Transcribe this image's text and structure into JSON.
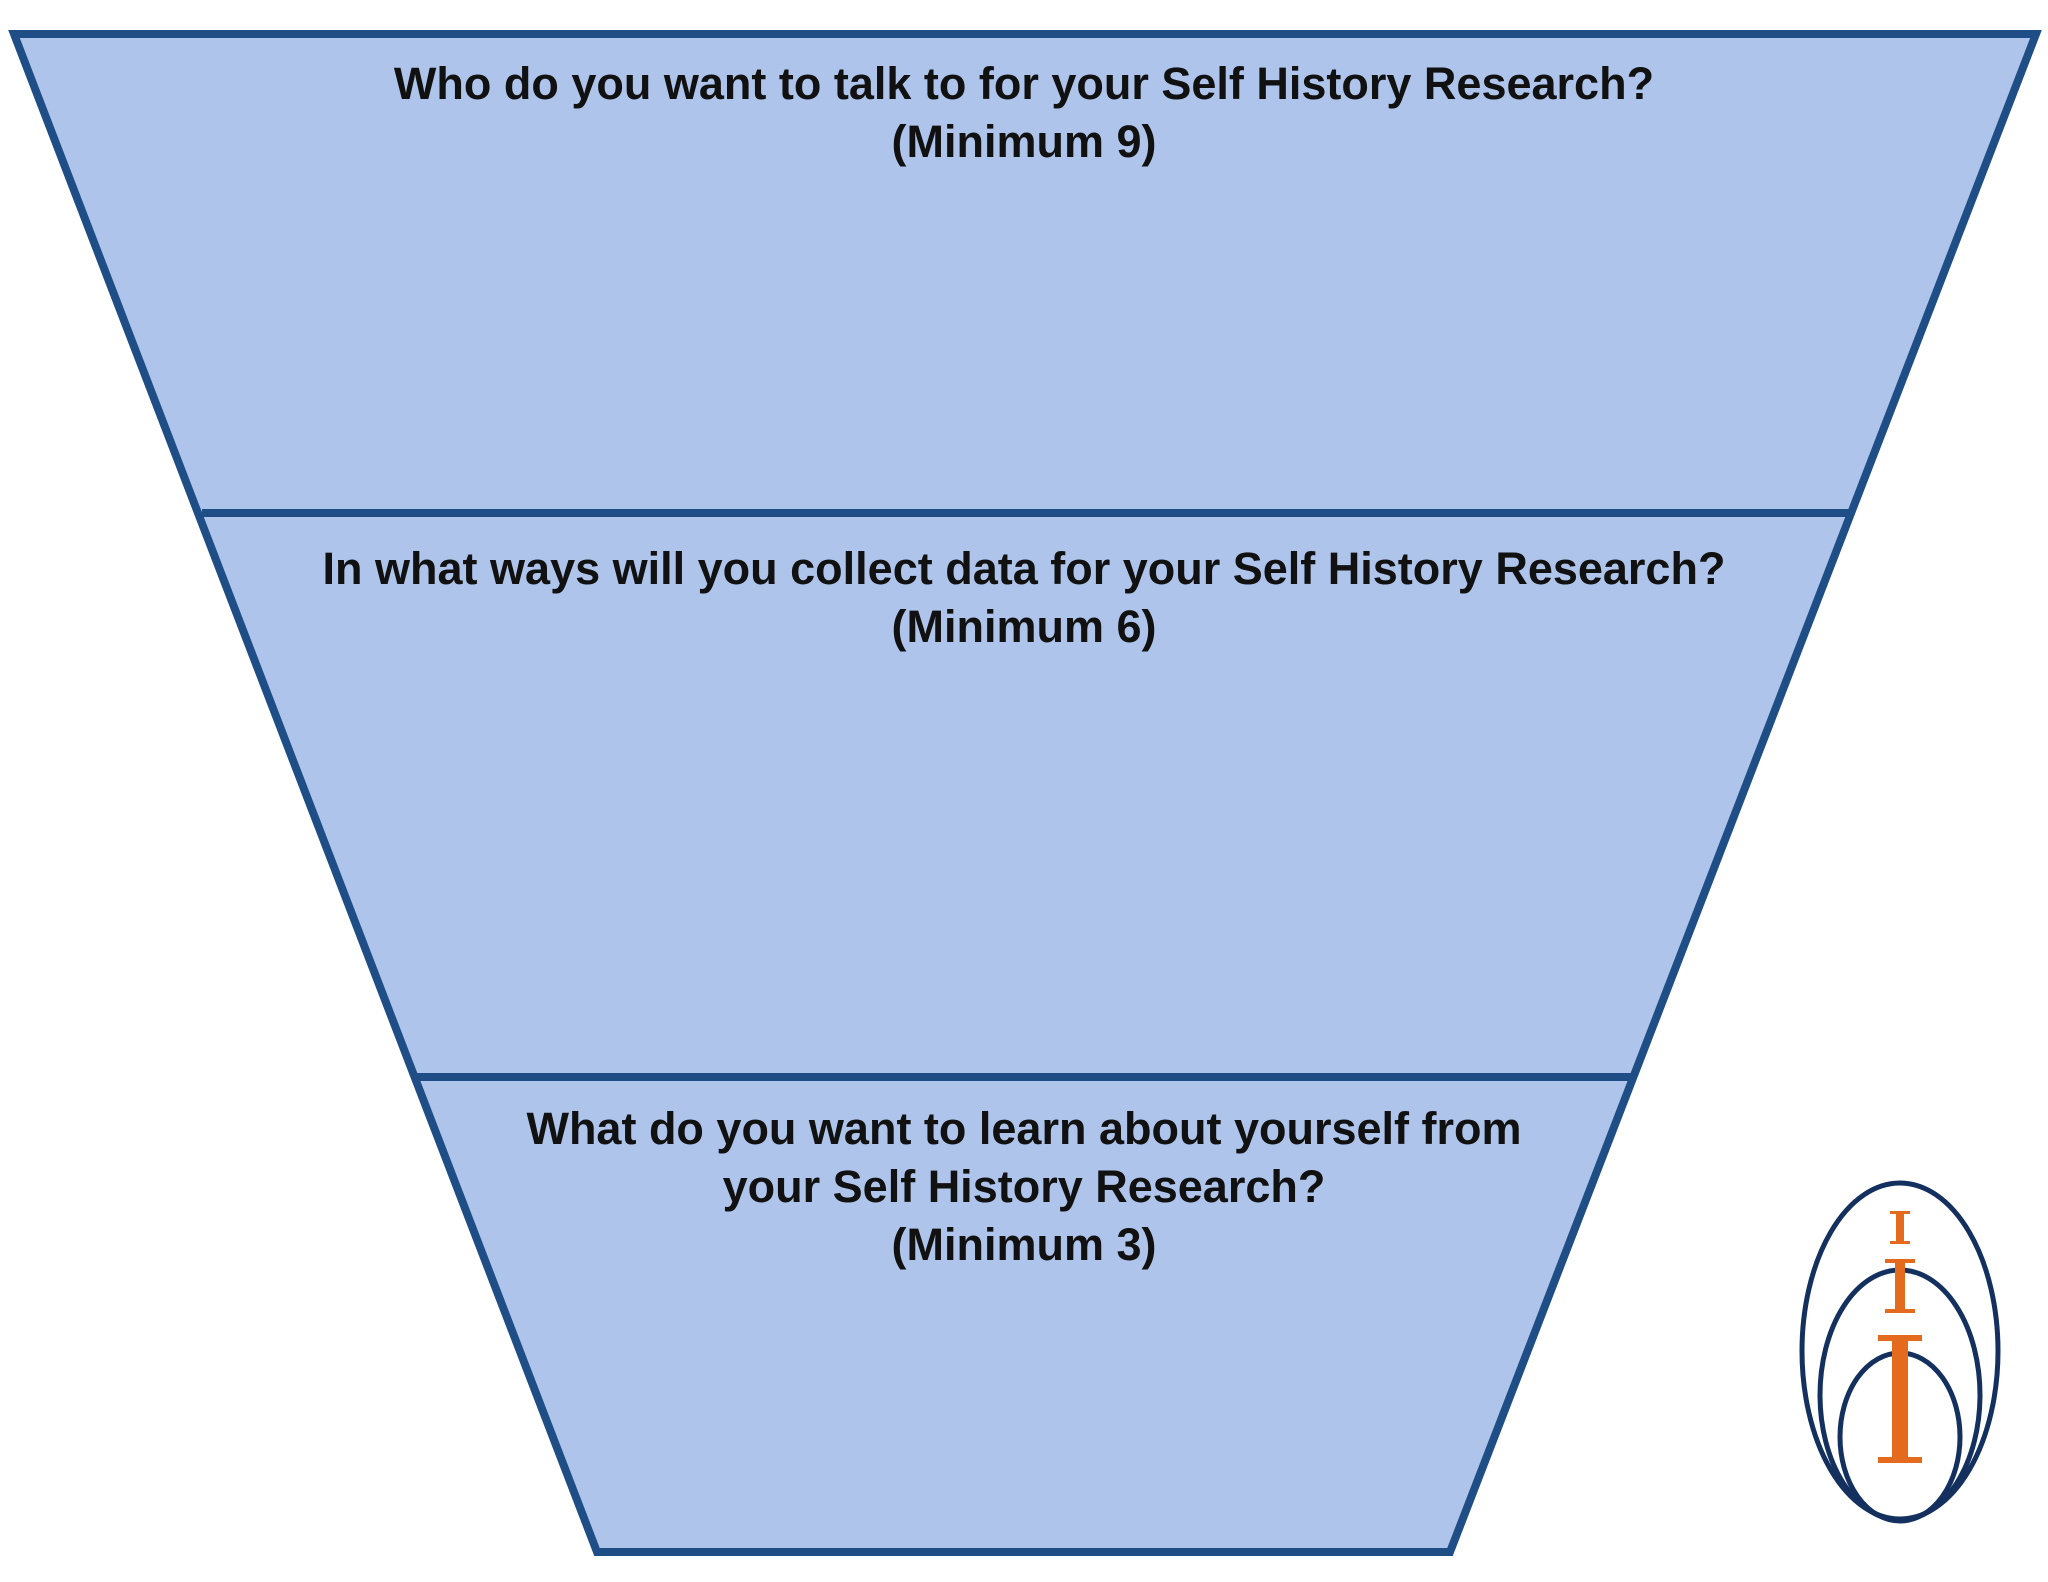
{
  "colors": {
    "funnel_fill": "#aec4eb",
    "funnel_border": "#1f4e87",
    "text": "#111111",
    "logo_rings": "#14305f",
    "logo_glyphs": "#e46a1e"
  },
  "sections": [
    {
      "question": "Who do you want to talk to for your Self History Research?",
      "minimum": "(Minimum 9)"
    },
    {
      "question": "In what ways will you collect data for your Self History Research?",
      "minimum": "(Minimum 6)"
    },
    {
      "question_line1": "What do you want to learn about yourself from",
      "question_line2": "your Self History Research?",
      "minimum": "(Minimum 3)"
    }
  ],
  "logo": {
    "name": "nested-ovals-logo"
  }
}
